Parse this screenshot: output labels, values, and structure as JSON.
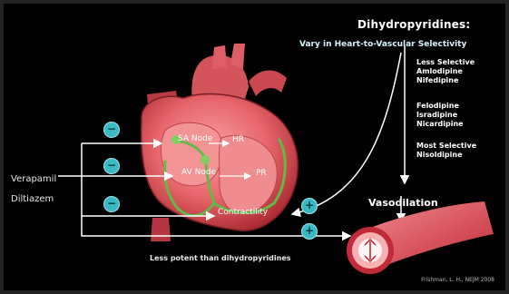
{
  "title": "Dihydropyridines:",
  "subtitle": "Vary in Heart-to-Vascular Selectivity",
  "selectivity": [
    {
      "lines": [
        "Less Selective",
        "Amlodipine",
        "Nifedipine"
      ]
    },
    {
      "lines": [
        "Felodipine",
        "Isradipine",
        "Nicardipine"
      ]
    },
    {
      "lines": [
        "Most Selective",
        "Nisoldipine"
      ]
    }
  ],
  "drugs": [
    "Verapamil",
    "Diltiazem"
  ],
  "heart_labels": {
    "sa_node": "SA Node",
    "hr": "HR",
    "av_node": "AV Node",
    "pr": "PR",
    "contractility": "Contractility"
  },
  "vasodilation": "Vasodilation",
  "less_potent": "Less potent than dihydropyridines",
  "badges": {
    "minus": "−",
    "plus": "+"
  },
  "credit": "Frishman, L. H., NEJM 2008",
  "colors": {
    "heart": "#e9666b",
    "vessel": "#e34a56",
    "badge": "#39b9c6",
    "conduction": "#64b84a"
  }
}
